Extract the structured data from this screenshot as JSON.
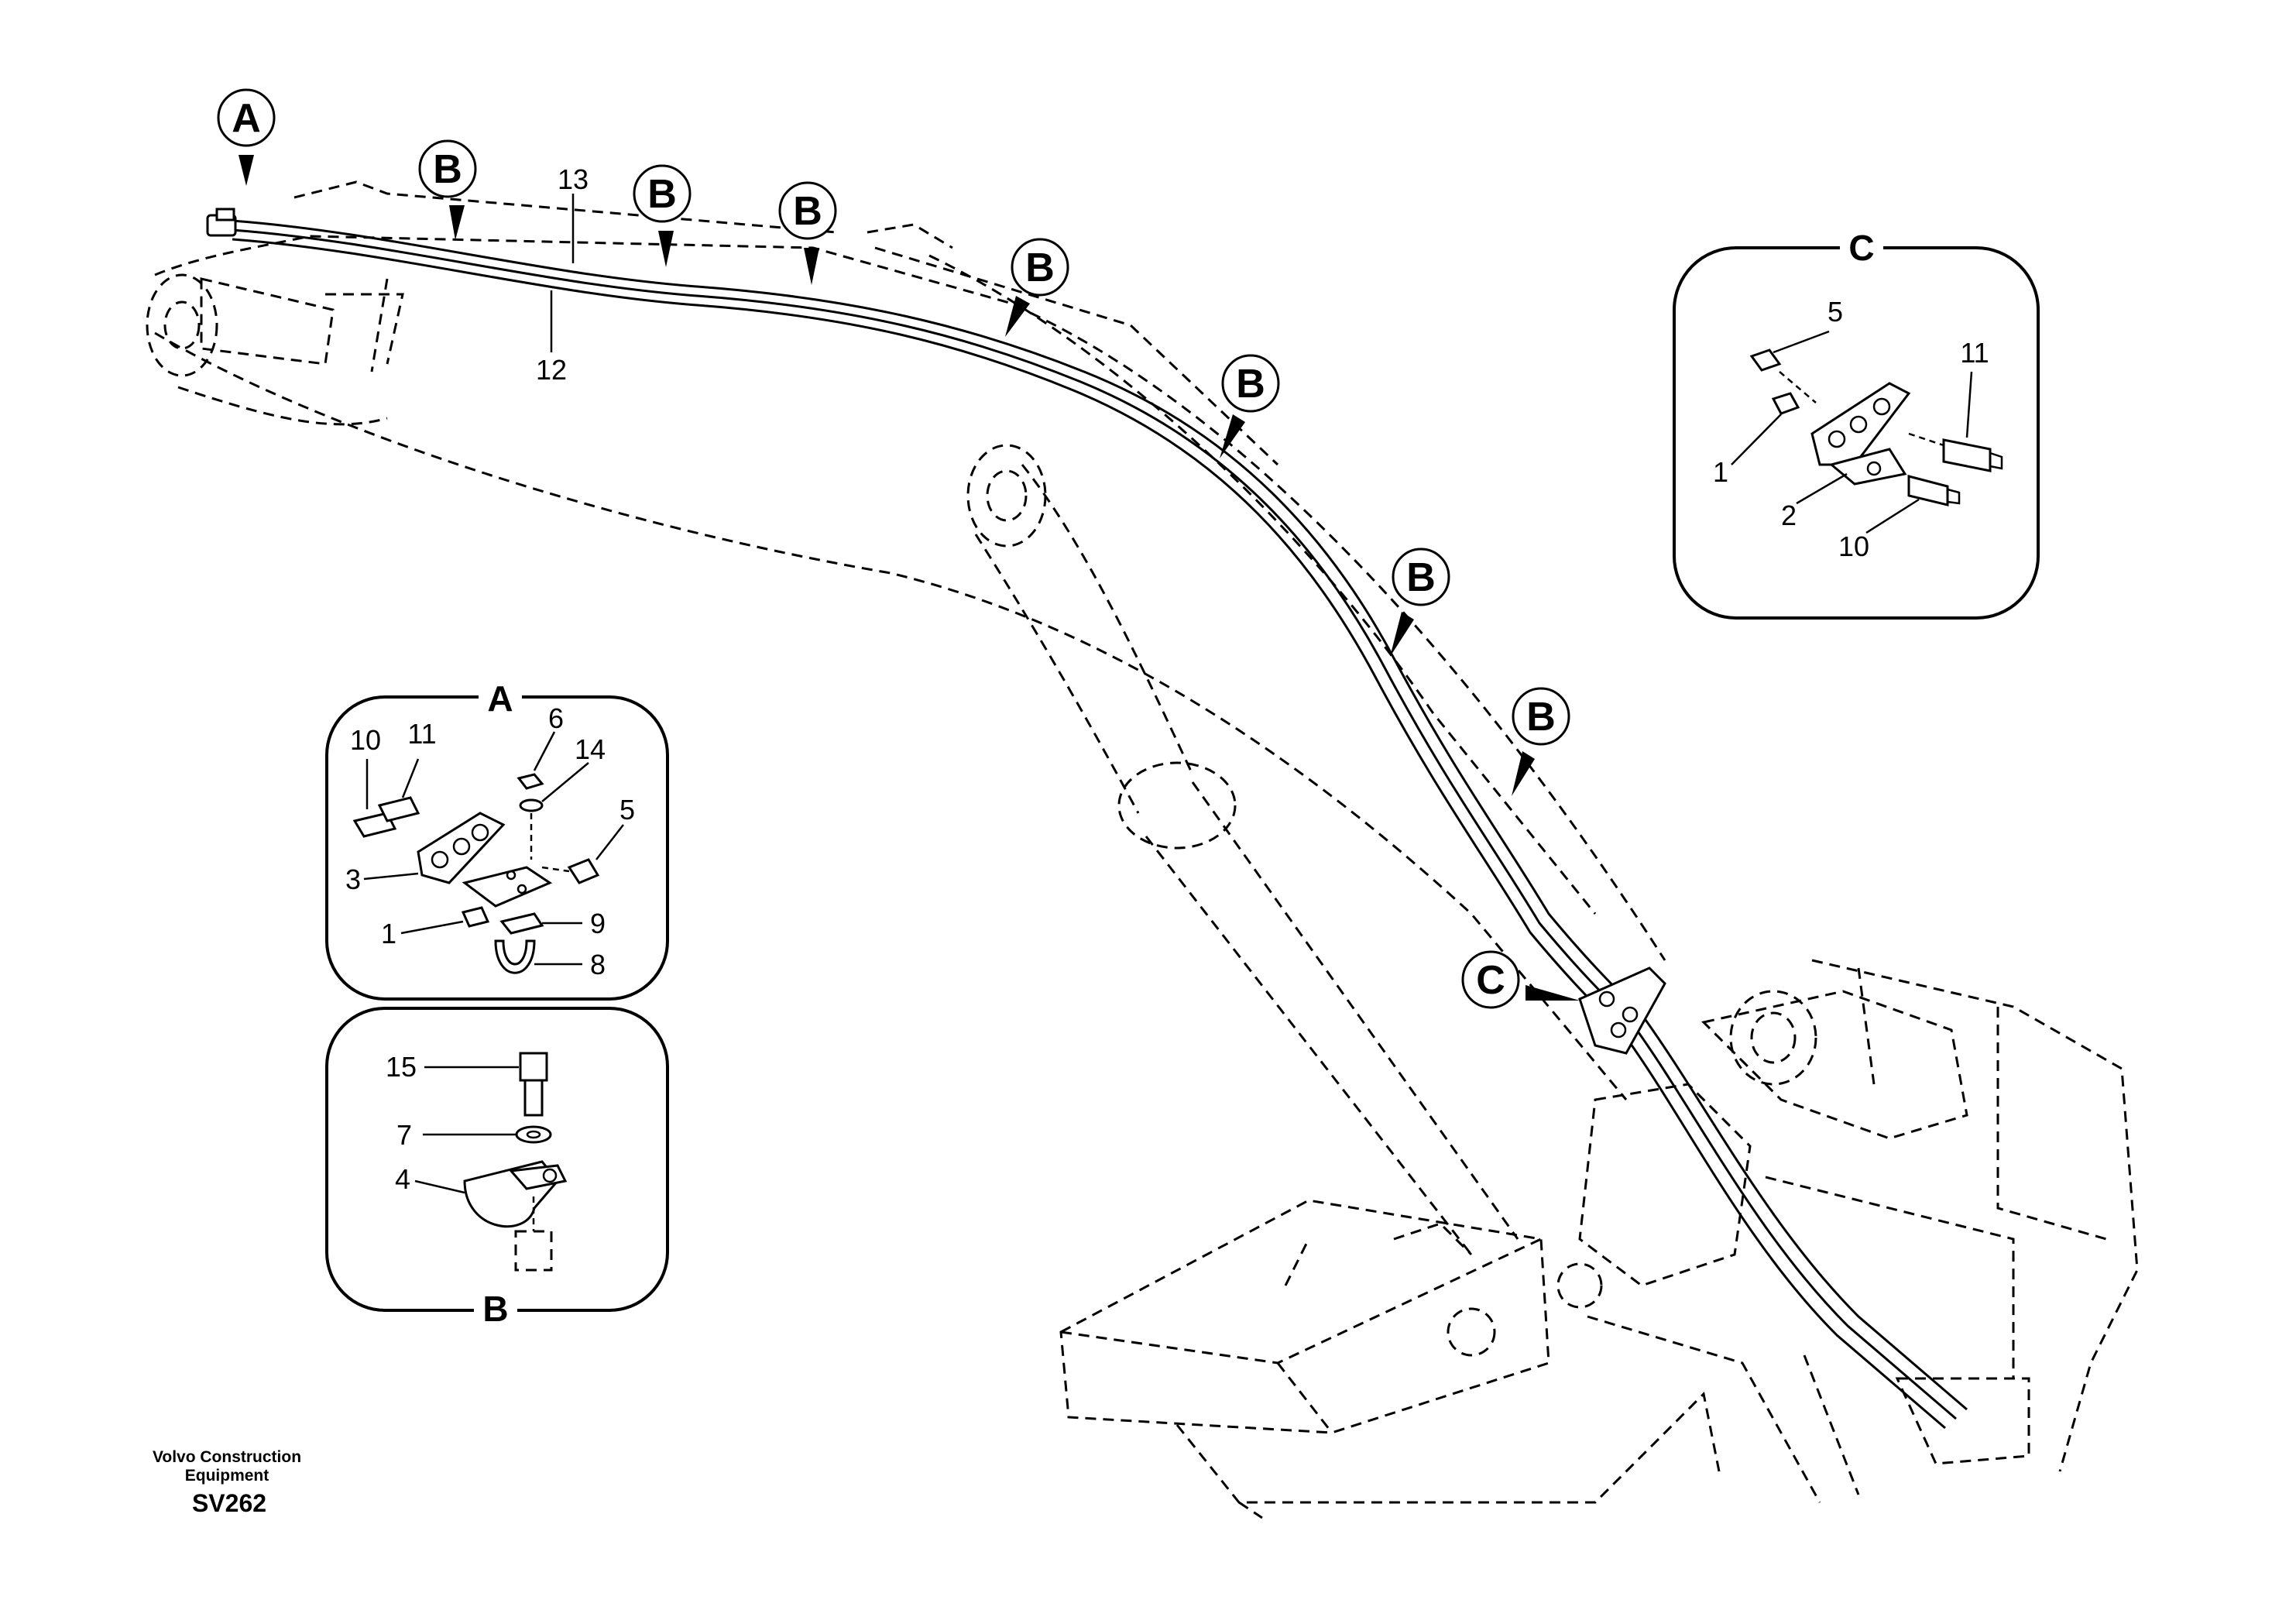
{
  "main": {
    "callouts": {
      "a": "A",
      "b": "B",
      "c": "C"
    },
    "labels": {
      "hose_13": "13",
      "hose_12": "12"
    }
  },
  "panel_a": {
    "title": "A",
    "labels": [
      "10",
      "11",
      "6",
      "14",
      "5",
      "3",
      "1",
      "9",
      "8"
    ]
  },
  "panel_b": {
    "title": "B",
    "labels": [
      "15",
      "7",
      "4"
    ]
  },
  "panel_c": {
    "title": "C",
    "labels": [
      "5",
      "11",
      "1",
      "2",
      "10"
    ]
  },
  "footer": {
    "company_line1": "Volvo Construction",
    "company_line2": "Equipment",
    "code": "SV262"
  }
}
